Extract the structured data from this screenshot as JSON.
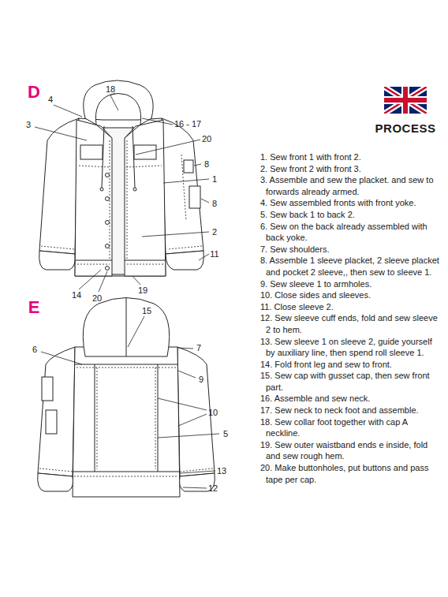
{
  "diagram": {
    "title": "PROCESS",
    "labels": [
      "D",
      "18",
      "4",
      "3",
      "16 - 17",
      "20",
      "8",
      "1",
      "8",
      "2",
      "11",
      "14",
      "20",
      "19",
      "E",
      "15",
      "6",
      "7",
      "9",
      "10",
      "5",
      "13",
      "12",
      "1. Sew front 1 with front 2.",
      "2. Sew front 2 with front 3.",
      "3. Assemble and sew the placket. and sew to forwards already armed.",
      "4. Sew assembled fronts with front yoke.",
      "5. Sew back 1 to back 2.",
      "6. Sew on the back already assembled with back yoke.",
      "7. Sew shoulders.",
      "8. Assemble 1 sleeve placket, 2 sleeve placket and pocket 2 sleeve,, then sew to sleeve 1.",
      "9. Sew sleeve 1 to armholes.",
      "10. Close sides and sleeves.",
      "11. Close sleeve 2.",
      "12. Sew sleeve cuff ends, fold and sew sleeve 2 to hem.",
      "13. Sew sleeve 1 on sleeve 2, guide yourself by auxiliary line, then spend roll sleeve 1.",
      "14. Fold front leg and sew to front.",
      "15. Sew cap with gusset cap, then sew front part.",
      "16. Assemble and sew neck.",
      "17. Sew neck to neck foot and assemble.",
      "18. Sew collar foot together with cap A neckline.",
      "19. Sew outer waistband ends e inside, fold and sew rough hem.",
      "20. Make buttonholes, put buttons and pass tape per cap."
    ]
  }
}
